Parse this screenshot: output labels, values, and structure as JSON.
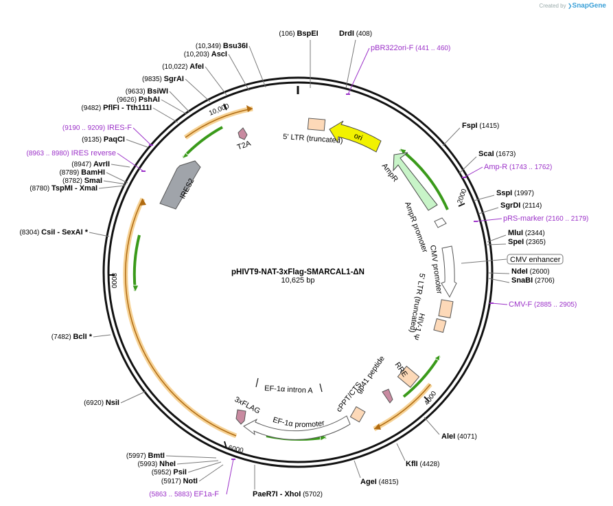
{
  "credit": {
    "prefix": "Created by",
    "brand": "SnapGene"
  },
  "plasmid": {
    "name": "pHIVT9-NAT-3xFlag-SMARCAL1-ΔN",
    "size": "10,625 bp"
  },
  "ticks": [
    "2000",
    "4000",
    "6000",
    "8000",
    "10,000"
  ],
  "sites": [
    {
      "name": "BspEI",
      "pos": "(106)"
    },
    {
      "name": "DrdI",
      "pos": "(408)"
    },
    {
      "name": "FspI",
      "pos": "(1415)"
    },
    {
      "name": "ScaI",
      "pos": "(1673)"
    },
    {
      "name": "SspI",
      "pos": "(1997)"
    },
    {
      "name": "SgrDI",
      "pos": "(2114)"
    },
    {
      "name": "MluI",
      "pos": "(2344)"
    },
    {
      "name": "SpeI",
      "pos": "(2365)"
    },
    {
      "name": "NdeI",
      "pos": "(2600)"
    },
    {
      "name": "SnaBI",
      "pos": "(2706)"
    },
    {
      "name": "AleI",
      "pos": "(4071)"
    },
    {
      "name": "KflI",
      "pos": "(4428)"
    },
    {
      "name": "AgeI",
      "pos": "(4815)"
    },
    {
      "name": "PaeR7I  - XhoI",
      "pos": "(5702)"
    },
    {
      "name": "NotI",
      "pos": "(5917)"
    },
    {
      "name": "PsiI",
      "pos": "(5952)"
    },
    {
      "name": "NheI",
      "pos": "(5993)"
    },
    {
      "name": "BmtI",
      "pos": "(5997)"
    },
    {
      "name": "NsiI",
      "pos": "(6920)"
    },
    {
      "name": "BclI *",
      "pos": "(7482)"
    },
    {
      "name": "CsiI  - SexAI *",
      "pos": "(8304)"
    },
    {
      "name": "TspMI  - XmaI",
      "pos": "(8780)"
    },
    {
      "name": "SmaI",
      "pos": "(8782)"
    },
    {
      "name": "BamHI",
      "pos": "(8789)"
    },
    {
      "name": "AvrII",
      "pos": "(8947)"
    },
    {
      "name": "PaqCI",
      "pos": "(9135)"
    },
    {
      "name": "PflFI  - Tth111I",
      "pos": "(9482)"
    },
    {
      "name": "PshAI",
      "pos": "(9626)"
    },
    {
      "name": "BsiWI",
      "pos": "(9633)"
    },
    {
      "name": "SgrAI",
      "pos": "(9835)"
    },
    {
      "name": "AfeI",
      "pos": "(10,022)"
    },
    {
      "name": "AscI",
      "pos": "(10,203)"
    },
    {
      "name": "Bsu36I",
      "pos": "(10,349)"
    }
  ],
  "primers": [
    {
      "name": "pBR322ori-F",
      "range": "(441 .. 460)"
    },
    {
      "name": "Amp-R",
      "range": "(1743 .. 1762)"
    },
    {
      "name": "pRS-marker",
      "range": "(2160 .. 2179)"
    },
    {
      "name": "CMV-F",
      "range": "(2885 .. 2905)"
    },
    {
      "name": "EF1a-F",
      "range": "(5863 .. 5883)"
    },
    {
      "name": "IRES reverse",
      "range": "(8963 .. 8980)"
    },
    {
      "name": "IRES-F",
      "range": "(9190 .. 9209)"
    }
  ],
  "features": {
    "ltr5_trunc": "5' LTR (truncated)",
    "ori": "ori",
    "ampr": "AmpR",
    "ampr_promoter": "AmpR promoter",
    "cmv_enhancer": "CMV enhancer",
    "cmv_promoter": "CMV promoter",
    "ltr5_trunc_b": "5' LTR (truncated)",
    "hiv_psi": "HIV-1 Ψ",
    "rre": "RRE",
    "gp41": "gp41 peptide",
    "cppt": "cPPT/CTS",
    "ef1a_intron": "EF-1α intron A",
    "ef1a_promoter": "EF-1α promoter",
    "flag": "3xFLAG",
    "ires2": "IRES2",
    "t2a": "T2A"
  },
  "colors": {
    "primer": "#9b30c8",
    "backbone": "#111111",
    "orf_orange": "#e8a54a",
    "orf_green": "#3a9a1a",
    "ori_yellow": "#f2f200",
    "ampr_green": "#c8f4c8",
    "ltr_peach": "#fdd9b8",
    "flag_pink": "#c88aa0",
    "ires_gray": "#a0a4aa"
  }
}
